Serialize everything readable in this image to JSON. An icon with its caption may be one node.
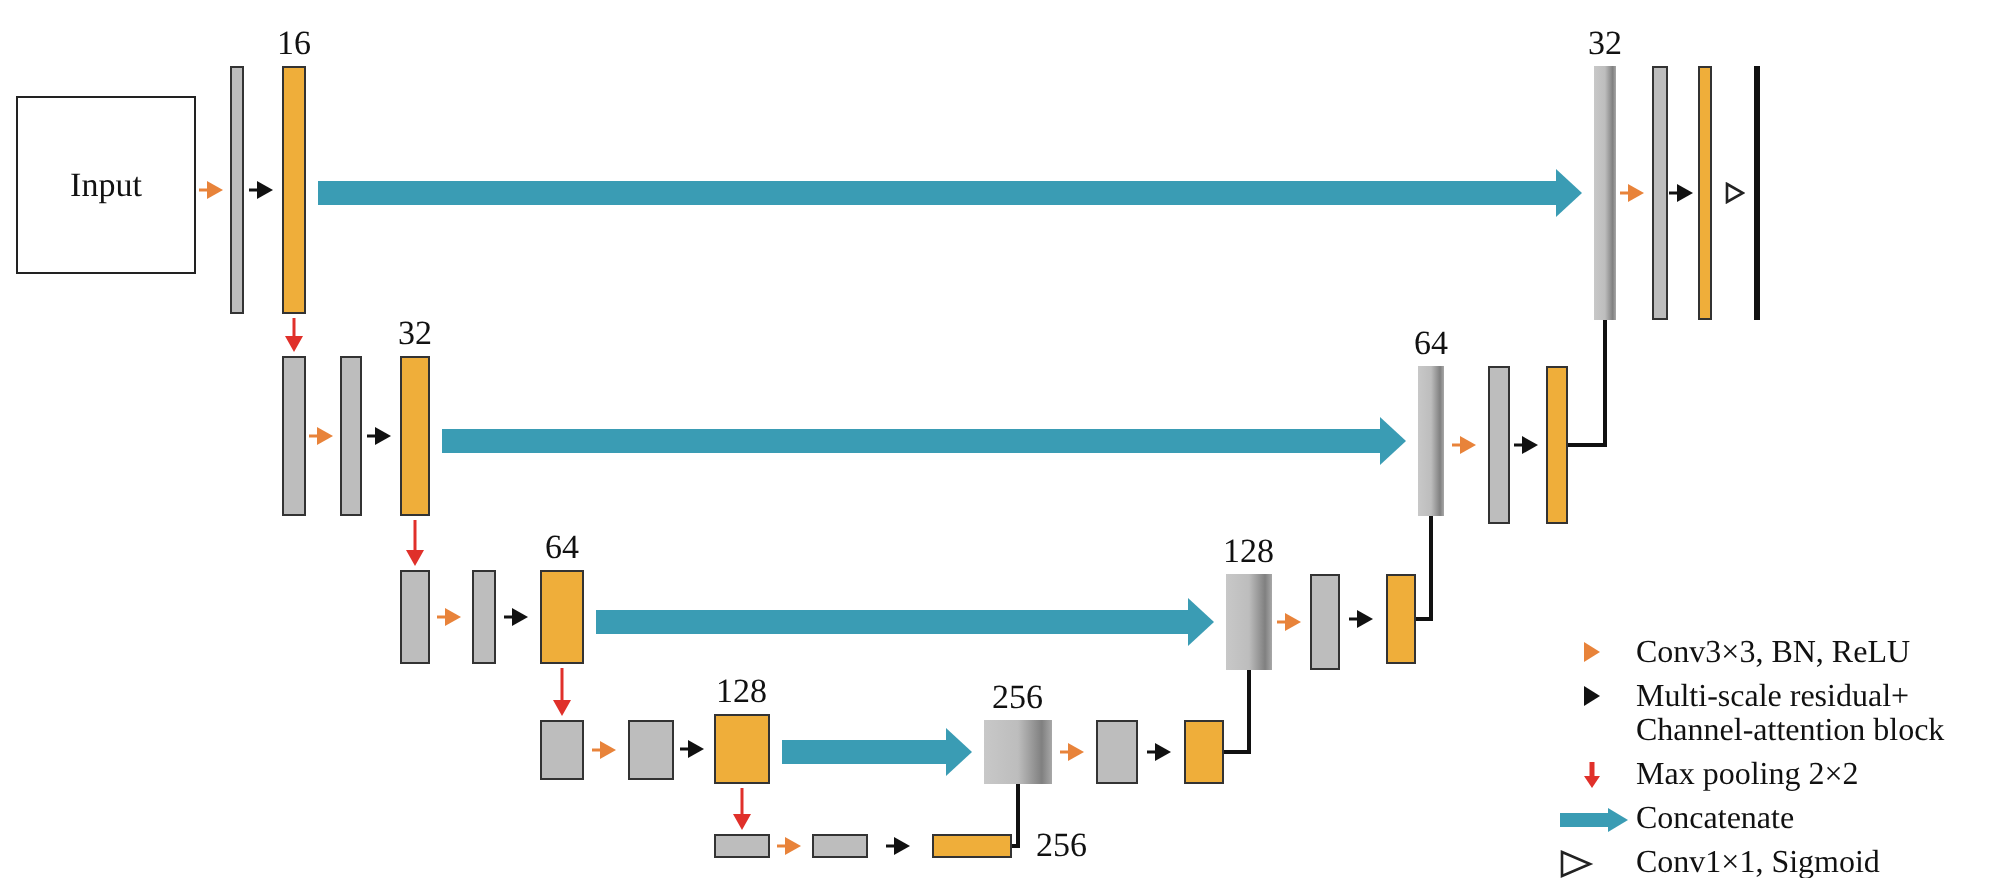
{
  "diagram": {
    "nodes": [
      {
        "text": [
          "Input"
        ]
      },
      {
        "text": [],
        "shape": "bar"
      },
      {
        "text": [],
        "shape": "bar",
        "beside": [
          "16"
        ]
      },
      {
        "text": [],
        "shape": "bar",
        "beside": [
          "32"
        ]
      },
      {
        "text": [],
        "shape": "bar"
      },
      {
        "text": [],
        "shape": "bar"
      },
      {
        "text": [],
        "shape": "bar"
      },
      {
        "text": [],
        "shape": "bar"
      },
      {
        "text": [],
        "shape": "bar"
      },
      {
        "text": [],
        "shape": "bar",
        "beside": [
          "32"
        ]
      },
      {
        "text": [],
        "shape": "bar",
        "beside": [
          "64"
        ]
      },
      {
        "text": [],
        "shape": "bar"
      },
      {
        "text": [],
        "shape": "bar"
      },
      {
        "text": [],
        "shape": "bar"
      },
      {
        "text": [],
        "shape": "bar"
      },
      {
        "text": [],
        "shape": "bar",
        "beside": [
          "64"
        ]
      },
      {
        "text": [],
        "shape": "bar",
        "beside": [
          "128"
        ]
      },
      {
        "text": [],
        "shape": "bar"
      },
      {
        "text": [],
        "shape": "bar"
      },
      {
        "text": [],
        "shape": "bar"
      },
      {
        "text": [],
        "shape": "bar"
      },
      {
        "text": [],
        "shape": "bar",
        "beside": [
          "128"
        ]
      },
      {
        "text": [],
        "shape": "bar",
        "beside": [
          "256"
        ]
      },
      {
        "text": [],
        "shape": "bar"
      },
      {
        "text": [],
        "shape": "bar"
      },
      {
        "text": [],
        "shape": "bar"
      },
      {
        "text": [],
        "shape": "bar"
      },
      {
        "text": [],
        "shape": "bar",
        "beside": [
          "256"
        ]
      }
    ],
    "edges": [
      {
        "from": 0,
        "to": 1,
        "arrow": "to",
        "color": "#e8833a"
      },
      {
        "from": 1,
        "to": 2,
        "arrow": "to"
      },
      {
        "from": 2,
        "to": 3,
        "arrow": "to",
        "style": "thick",
        "color": "#3a9cb4"
      },
      {
        "from": 3,
        "to": 4,
        "arrow": "to",
        "color": "#e8833a"
      },
      {
        "from": 4,
        "to": 5,
        "arrow": "to"
      },
      {
        "from": 5,
        "to": 6,
        "arrow": "to",
        "color": "#ffffff"
      },
      {
        "from": 2,
        "to": 7,
        "arrow": "to",
        "color": "#e0302a"
      },
      {
        "from": 7,
        "to": 8,
        "arrow": "to",
        "color": "#e8833a"
      },
      {
        "from": 8,
        "to": 9,
        "arrow": "to"
      },
      {
        "from": 9,
        "to": 10,
        "arrow": "to",
        "style": "thick",
        "color": "#3a9cb4"
      },
      {
        "from": 10,
        "to": 11,
        "arrow": "to",
        "color": "#e8833a"
      },
      {
        "from": 11,
        "to": 12,
        "arrow": "to"
      },
      {
        "from": 12,
        "to": 3,
        "arrow": "none"
      },
      {
        "from": 9,
        "to": 13,
        "arrow": "to",
        "color": "#e0302a"
      },
      {
        "from": 13,
        "to": 14,
        "arrow": "to",
        "color": "#e8833a"
      },
      {
        "from": 14,
        "to": 15,
        "arrow": "to"
      },
      {
        "from": 15,
        "to": 16,
        "arrow": "to",
        "style": "thick",
        "color": "#3a9cb4"
      },
      {
        "from": 16,
        "to": 17,
        "arrow": "to",
        "color": "#e8833a"
      },
      {
        "from": 17,
        "to": 18,
        "arrow": "to"
      },
      {
        "from": 18,
        "to": 10,
        "arrow": "none"
      },
      {
        "from": 15,
        "to": 19,
        "arrow": "to",
        "color": "#e0302a"
      },
      {
        "from": 19,
        "to": 20,
        "arrow": "to",
        "color": "#e8833a"
      },
      {
        "from": 20,
        "to": 21,
        "arrow": "to"
      },
      {
        "from": 21,
        "to": 22,
        "arrow": "to",
        "style": "thick",
        "color": "#3a9cb4"
      },
      {
        "from": 22,
        "to": 23,
        "arrow": "to",
        "color": "#e8833a"
      },
      {
        "from": 23,
        "to": 24,
        "arrow": "to"
      },
      {
        "from": 24,
        "to": 16,
        "arrow": "none"
      },
      {
        "from": 21,
        "to": 25,
        "arrow": "to",
        "color": "#e0302a"
      },
      {
        "from": 25,
        "to": 26,
        "arrow": "to",
        "color": "#e8833a"
      },
      {
        "from": 26,
        "to": 27,
        "arrow": "to"
      },
      {
        "from": 27,
        "to": 22,
        "arrow": "none"
      }
    ],
    "legend": [
      {
        "text": "Conv3×3, BN, ReLU"
      },
      {
        "text": "Multi-scale residual+ Channel-attention block"
      },
      {
        "text": "Max pooling 2×2"
      },
      {
        "text": "Concatenate"
      },
      {
        "text": "Conv1×1, Sigmoid"
      }
    ]
  }
}
